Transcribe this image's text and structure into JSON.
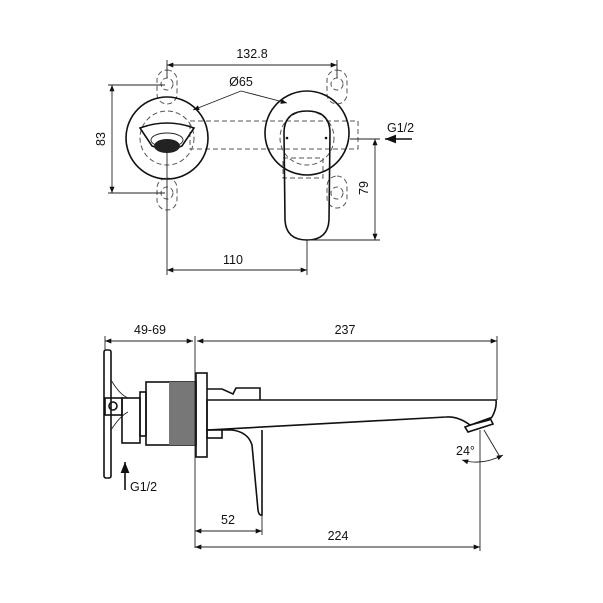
{
  "top_view": {
    "dim_width": "132.8",
    "dim_diameter": "Ø65",
    "dim_height": "83",
    "dim_handle": "79",
    "dim_spacing": "110",
    "inlet_label": "G1/2"
  },
  "side_view": {
    "dim_wall": "49-69",
    "dim_projection": "237",
    "dim_lever": "52",
    "dim_outlet": "224",
    "dim_angle": "24°",
    "inlet_label": "G1/2"
  },
  "colors": {
    "line": "#111111",
    "hidden": "#555555"
  }
}
